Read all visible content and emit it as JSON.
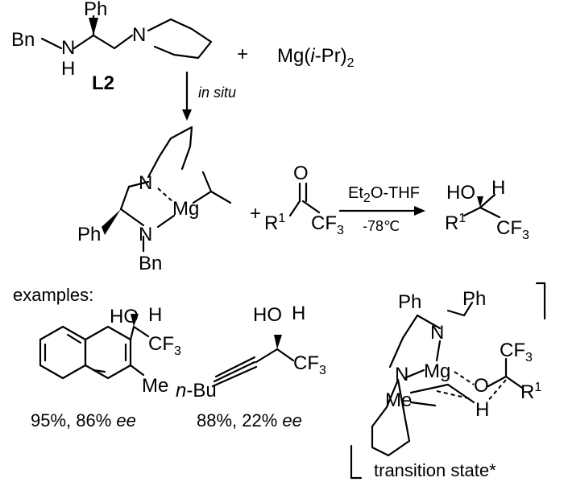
{
  "ligand": {
    "bn": "Bn",
    "n": "N",
    "h": "H",
    "ph": "Ph",
    "pip_n": "N",
    "name": "L2"
  },
  "reagent": {
    "plus": "+",
    "mg": "Mg(",
    "ipr": "i",
    "pr": "-Pr)",
    "sub": "2"
  },
  "arrow1": {
    "in": "in situ"
  },
  "complex": {
    "n_top": "N",
    "mg": "Mg",
    "ph": "Ph",
    "n_bot": "N",
    "bn": "Bn"
  },
  "ketone": {
    "plus": "+",
    "o": "O",
    "r": "R",
    "r_sup": "1",
    "cf": "CF",
    "cf_sub": "3"
  },
  "arrow2": {
    "solvent_a": "Et",
    "solvent_sub": "2",
    "solvent_b": "O-THF",
    "temp": "-78℃"
  },
  "product": {
    "ho": "HO",
    "h": "H",
    "r": "R",
    "r_sup": "1",
    "cf": "CF",
    "cf_sub": "3"
  },
  "examples": {
    "heading": "examples:",
    "ex1": {
      "ho": "HO",
      "h": "H",
      "cf": "CF",
      "cf_sub": "3",
      "me": "Me",
      "result_a": "95%, 86% ",
      "result_ee": "ee"
    },
    "ex2": {
      "ho": "HO",
      "h": "H",
      "cf": "CF",
      "cf_sub": "3",
      "n": "n",
      "bu": "-Bu",
      "result_a": "88%, 22% ",
      "result_ee": "ee"
    }
  },
  "ts": {
    "ph1": "Ph",
    "ph2": "Ph",
    "n1": "N",
    "n2": "N",
    "mg": "Mg",
    "o": "O",
    "cf": "CF",
    "cf_sub": "3",
    "r": "R",
    "r_sup": "1",
    "me": "Me",
    "h": "H",
    "label": "transition state*"
  }
}
